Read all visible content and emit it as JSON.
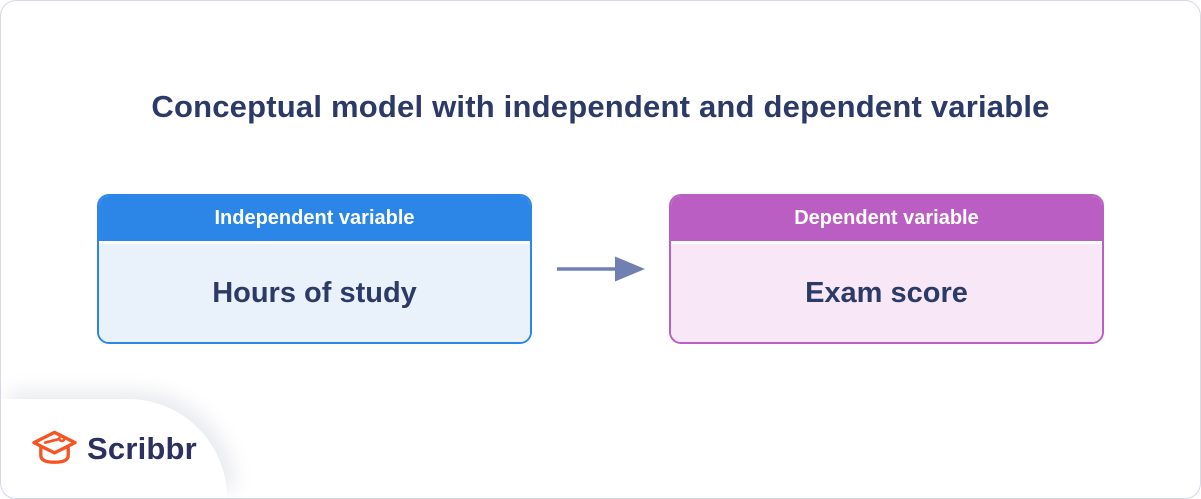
{
  "page": {
    "title": "Conceptual model with independent and dependent variable"
  },
  "boxes": {
    "independent": {
      "header": "Independent variable",
      "value": "Hours of study",
      "header_bg": "#2B86E8",
      "header_text_color": "#FFFFFF",
      "body_bg": "#E9F1FB",
      "border_color": "#2B86E8"
    },
    "dependent": {
      "header": "Dependent variable",
      "value": "Exam score",
      "header_bg": "#BB5EC4",
      "header_text_color": "#FFFFFF",
      "body_bg": "#F7E7F7",
      "border_color": "#BB5EC4"
    }
  },
  "arrow": {
    "icon": "right-arrow-icon",
    "color": "#7080B2"
  },
  "branding": {
    "logo_text": "Scribbr",
    "text_color": "#2C3161",
    "icon": "graduation-cap-icon",
    "icon_color": "#F85423"
  },
  "colors": {
    "title_text": "#2B3A67",
    "value_text": "#2B3A67",
    "card_bg": "#FFFFFF",
    "card_border": "#D6D9E6"
  }
}
